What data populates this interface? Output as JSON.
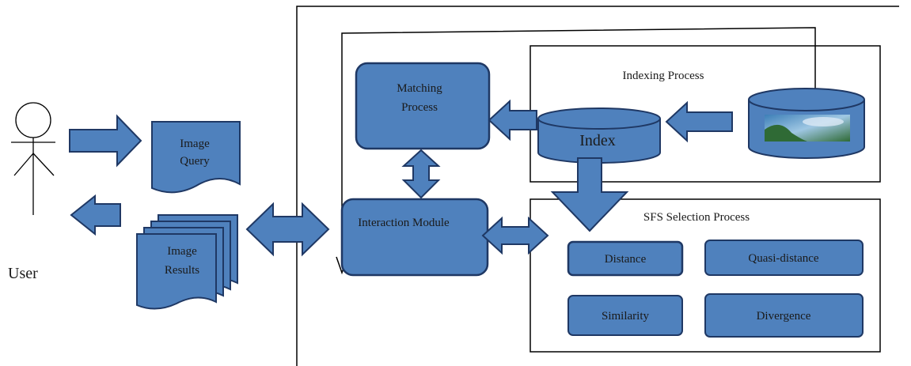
{
  "user": {
    "label": "User"
  },
  "image_query": {
    "line1": "Image",
    "line2": "Query"
  },
  "image_results": {
    "line1": "Image",
    "line2": "Results"
  },
  "matching_process": {
    "line1": "Matching",
    "line2": "Process"
  },
  "indexing_process": {
    "title": "Indexing Process"
  },
  "index": {
    "label": "Index"
  },
  "interaction_module": {
    "label": "Interaction Module"
  },
  "sfs_selection": {
    "title": "SFS Selection Process",
    "items": [
      "Distance",
      "Quasi-distance",
      "Similarity",
      "Divergence"
    ]
  },
  "colors": {
    "fill": "#4f81bd",
    "stroke": "#1f3864",
    "line": "#000000"
  }
}
